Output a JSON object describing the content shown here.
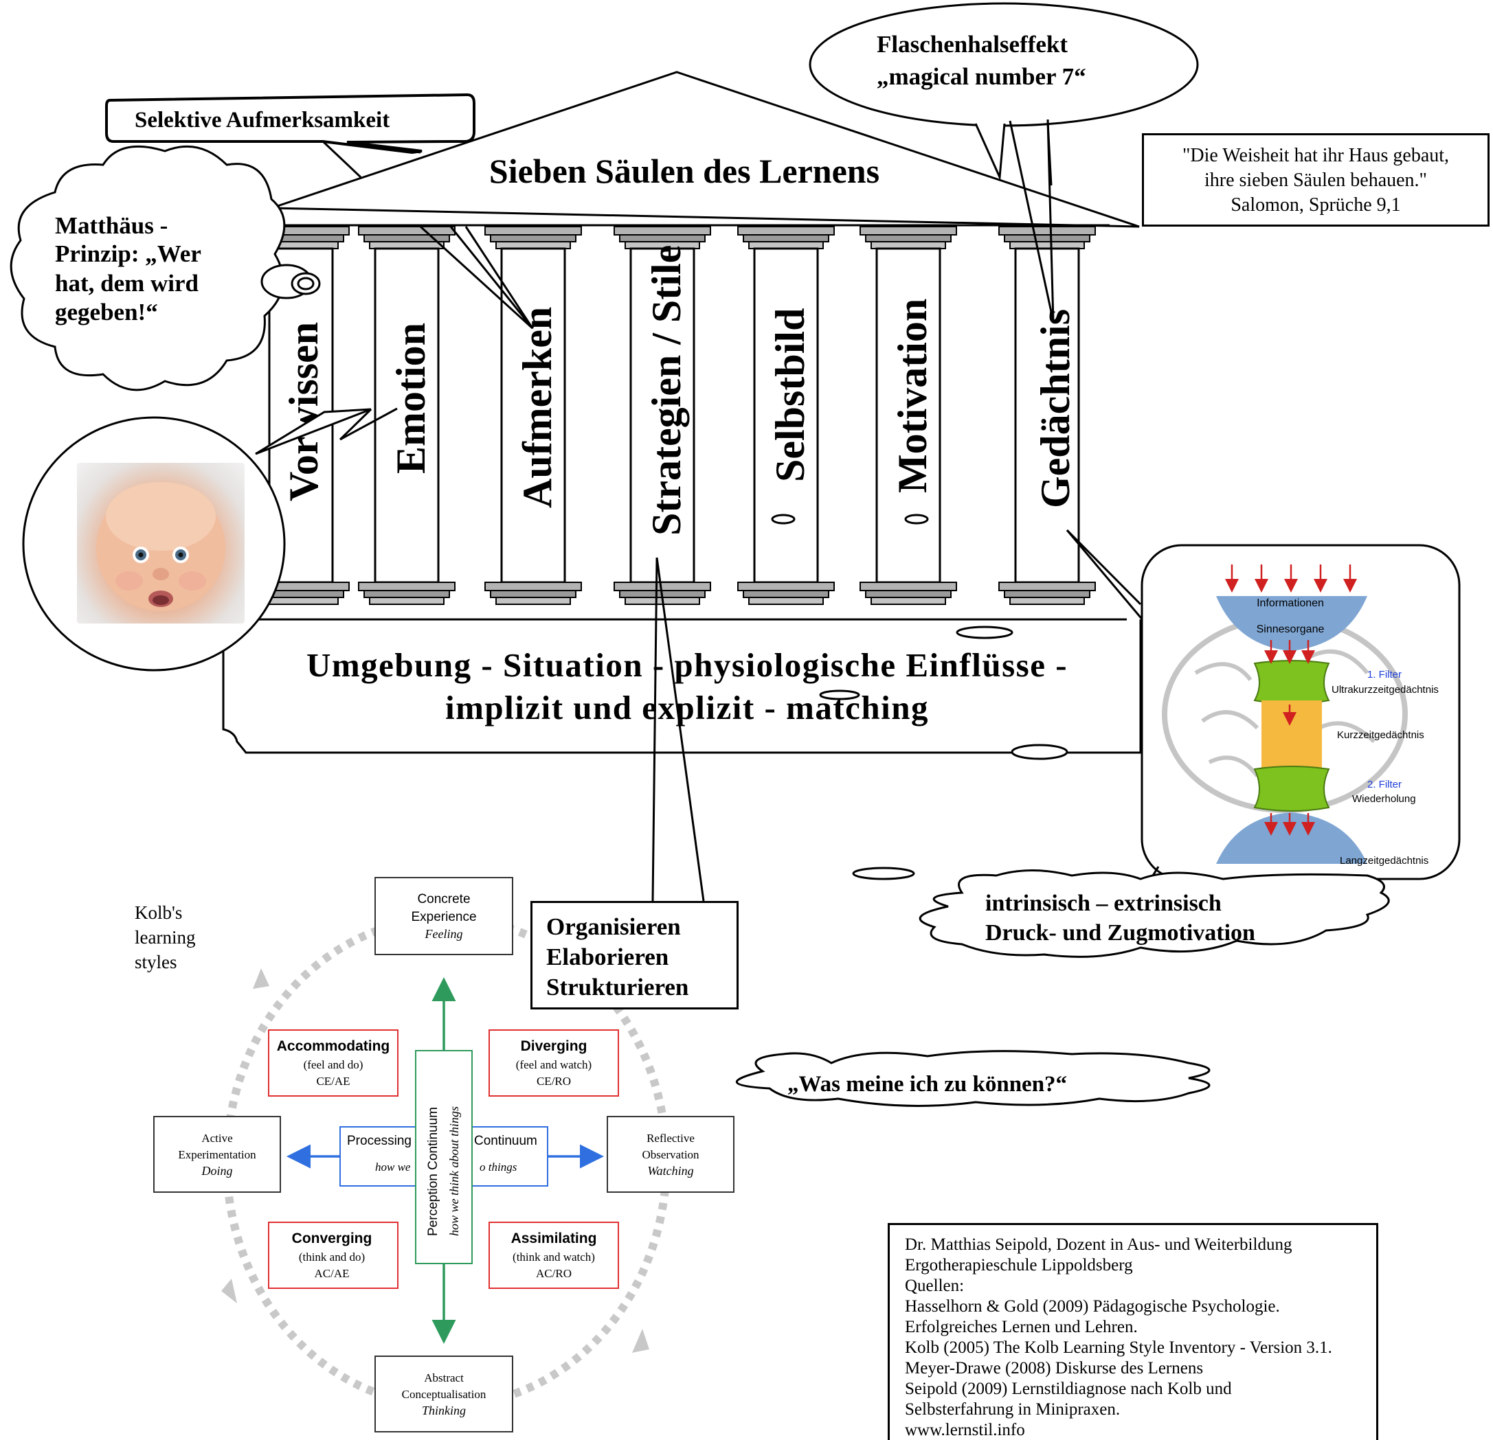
{
  "title": "Sieben Säulen des Lernens",
  "pillars": [
    {
      "label": "Vorwissen"
    },
    {
      "label": "Emotion"
    },
    {
      "label": "Aufmerken"
    },
    {
      "label": "Strategien / Stile"
    },
    {
      "label": "Selbstbild"
    },
    {
      "label": "Motivation"
    },
    {
      "label": "Gedächtnis"
    }
  ],
  "base": {
    "line1": "Umgebung - Situation - physiologische Einflüsse -",
    "line2": "implizit und   explizit - matching"
  },
  "callouts": {
    "selective": "Selektive Aufmerksamkeit",
    "bottleneck_line1": "Flaschenhalseffekt",
    "bottleneck_line2": "„magical number 7“",
    "matthaeus": [
      "Matthäus -",
      "Prinzip: „Wer",
      "hat, dem wird",
      "gegeben!“"
    ],
    "quote": [
      "\"Die Weisheit hat ihr Haus gebaut,",
      "ihre sieben Säulen behauen.\"",
      "Salomon, Sprüche 9,1"
    ],
    "strategies": [
      "Organisieren",
      "Elaborieren",
      "Strukturieren"
    ],
    "motivation": [
      "intrinsisch – extrinsisch",
      "Druck- und Zugmotivation"
    ],
    "selfimage": "„Was meine ich zu können?“"
  },
  "memory_model": {
    "informationen": "Informationen",
    "sinnesorgane": "Sinnesorgane",
    "filter1": "1. Filter",
    "ultra": "Ultrakurzzeitgedächtnis",
    "kurz": "Kurzzeitgedächtnis",
    "filter2": "2. Filter",
    "wiederholung": "Wiederholung",
    "lang": "Langzeitgedächtnis"
  },
  "kolb": {
    "title": [
      "Kolb's",
      "learning",
      "styles"
    ],
    "concrete": [
      "Concrete",
      "Experience",
      "Feeling"
    ],
    "abstract": [
      "Abstract",
      "Conceptualisation",
      "Thinking"
    ],
    "active": [
      "Active",
      "Experimentation",
      "Doing"
    ],
    "reflective": [
      "Reflective",
      "Observation",
      "Watching"
    ],
    "accommodating": [
      "Accommodating",
      "(feel and do)",
      "CE/AE"
    ],
    "diverging": [
      "Diverging",
      "(feel and watch)",
      "CE/RO"
    ],
    "converging": [
      "Converging",
      "(think and do)",
      "AC/AE"
    ],
    "assimilating": [
      "Assimilating",
      "(think and watch)",
      "AC/RO"
    ],
    "processing_left": "Processing",
    "processing_right": "Continuum",
    "processing_sub_left": "how we",
    "processing_sub_right": "o things",
    "perception": "Perception Continuum",
    "perception_sub": "how we think about things"
  },
  "references": [
    "Dr. Matthias Seipold, Dozent in Aus- und Weiterbildung",
    "Ergotherapieschule Lippoldsberg",
    "",
    "Quellen:",
    "Hasselhorn & Gold (2009)  Pädagogische Psychologie.",
    "Erfolgreiches Lernen und Lehren.",
    "Kolb (2005) The Kolb Learning Style Inventory - Version 3.1.",
    "Meyer-Drawe (2008) Diskurse des Lernens",
    "Seipold (2009) Lernstildiagnose nach Kolb und",
    "Selbsterfahrung in Minipraxen.",
    "www.lernstil.info"
  ],
  "colors": {
    "pillar_gray": "#a6a6a6",
    "kolb_red": "#e03030",
    "kolb_blue": "#2f6fe0",
    "kolb_green": "#2e9a5c",
    "kolb_dash": "#c8c8c8",
    "brain_blue": "#7fa6d3",
    "filter_green": "#7dc21f",
    "stm_orange": "#f5b940"
  }
}
